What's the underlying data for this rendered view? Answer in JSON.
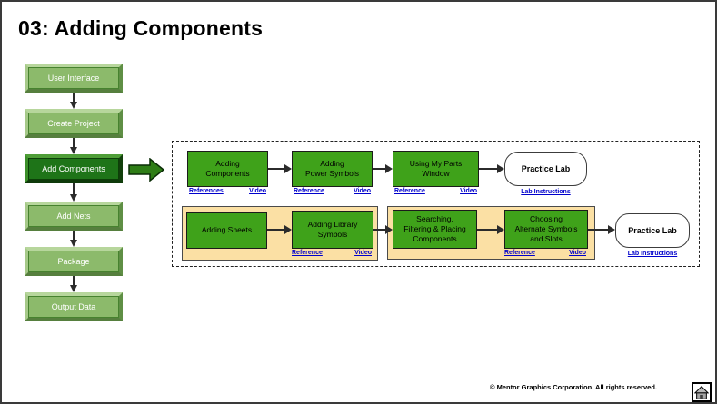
{
  "header": {
    "title": "03: Adding Components"
  },
  "sidebar": {
    "items": [
      {
        "label": "User Interface",
        "active": false
      },
      {
        "label": "Create Project",
        "active": false
      },
      {
        "label": "Add Components",
        "active": true
      },
      {
        "label": "Add Nets",
        "active": false
      },
      {
        "label": "Package",
        "active": false
      },
      {
        "label": "Output Data",
        "active": false
      }
    ]
  },
  "flow": {
    "top_row": {
      "boxes": [
        {
          "title": "Adding\nComponents",
          "links": [
            "References",
            "Video"
          ]
        },
        {
          "title": "Adding\nPower Symbols",
          "links": [
            "Reference",
            "Video"
          ]
        },
        {
          "title": "Using My Parts\nWindow",
          "links": [
            "Reference",
            "Video"
          ]
        }
      ],
      "practice_lab": {
        "label": "Practice Lab",
        "link": "Lab Instructions"
      }
    },
    "bottom_row": {
      "boxes": [
        {
          "title": "Adding Sheets"
        },
        {
          "title": "Adding Library\nSymbols",
          "links": [
            "Reference",
            "Video"
          ]
        },
        {
          "title": "Searching,\nFiltering & Placing\nComponents"
        },
        {
          "title": "Choosing\nAlternate Symbols\nand Slots",
          "links": [
            "Reference",
            "Video"
          ]
        }
      ],
      "practice_lab": {
        "label": "Practice Lab",
        "link": "Lab Instructions"
      }
    }
  },
  "footer": {
    "copyright": "© Mentor Graphics Corporation. All rights reserved."
  },
  "colors": {
    "sidebar_green": "#8cba6b",
    "sidebar_active_green": "#1e7418",
    "flow_green": "#3fa21a",
    "container_tan": "#fbe0a4",
    "link_blue": "#0000cc",
    "arrow_green": "#2e7d16"
  }
}
